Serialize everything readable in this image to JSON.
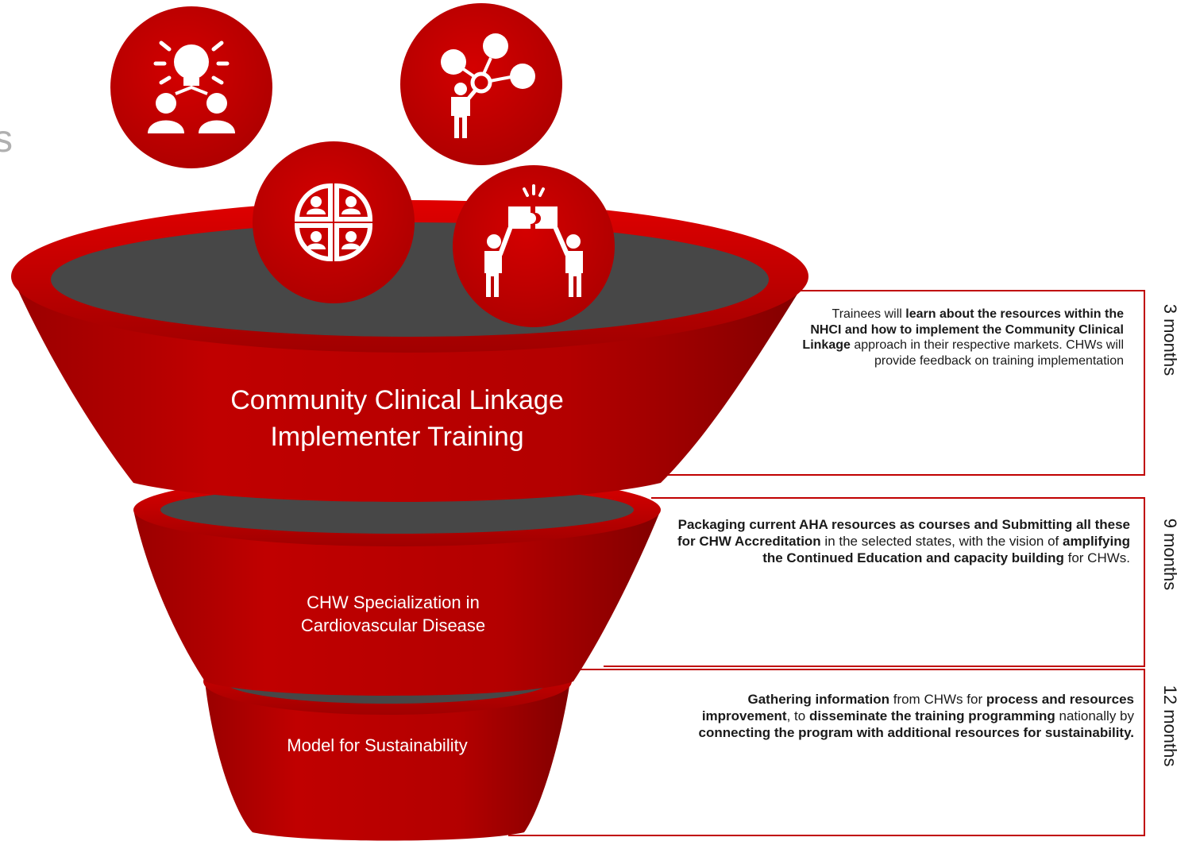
{
  "colors": {
    "primary_red": "#c00000",
    "dark_red": "#8b0000",
    "inner_gray": "#474747",
    "icon_white": "#ffffff",
    "text_dark": "#1a1a1a"
  },
  "edge_glyph": "s",
  "icons": [
    {
      "name": "idea-collaboration-icon"
    },
    {
      "name": "network-people-icon"
    },
    {
      "name": "team-group-icon"
    },
    {
      "name": "puzzle-partnership-icon"
    }
  ],
  "stages": [
    {
      "title_lines": [
        "Community Clinical Linkage",
        "Implementer Training"
      ],
      "duration": "3 months",
      "description": [
        {
          "text": "Trainees will ",
          "bold": false
        },
        {
          "text": "learn about the resources within the NHCI and how to implement the Community Clinical Linkage",
          "bold": true
        },
        {
          "text": " approach in their respective markets. CHWs will provide feedback on training implementation",
          "bold": false
        }
      ]
    },
    {
      "title_lines": [
        "CHW Specialization in",
        "Cardiovascular Disease"
      ],
      "duration": "9 months",
      "description": [
        {
          "text": "Packaging current AHA resources as courses  and Submitting all these for CHW Accreditation",
          "bold": true
        },
        {
          "text": " in the selected states, with the vision of ",
          "bold": false
        },
        {
          "text": "amplifying the Continued Education and capacity building",
          "bold": true
        },
        {
          "text": " for CHWs.",
          "bold": false
        }
      ]
    },
    {
      "title_lines": [
        "Model for Sustainability"
      ],
      "duration": "12 months",
      "description": [
        {
          "text": "Gathering information",
          "bold": true
        },
        {
          "text": " from CHWs for ",
          "bold": false
        },
        {
          "text": "process and resources improvement",
          "bold": true
        },
        {
          "text": ", to ",
          "bold": false
        },
        {
          "text": "disseminate the training programming",
          "bold": true
        },
        {
          "text": " nationally by ",
          "bold": false
        },
        {
          "text": "connecting the program with additional resources for sustainability.",
          "bold": true
        }
      ]
    }
  ]
}
